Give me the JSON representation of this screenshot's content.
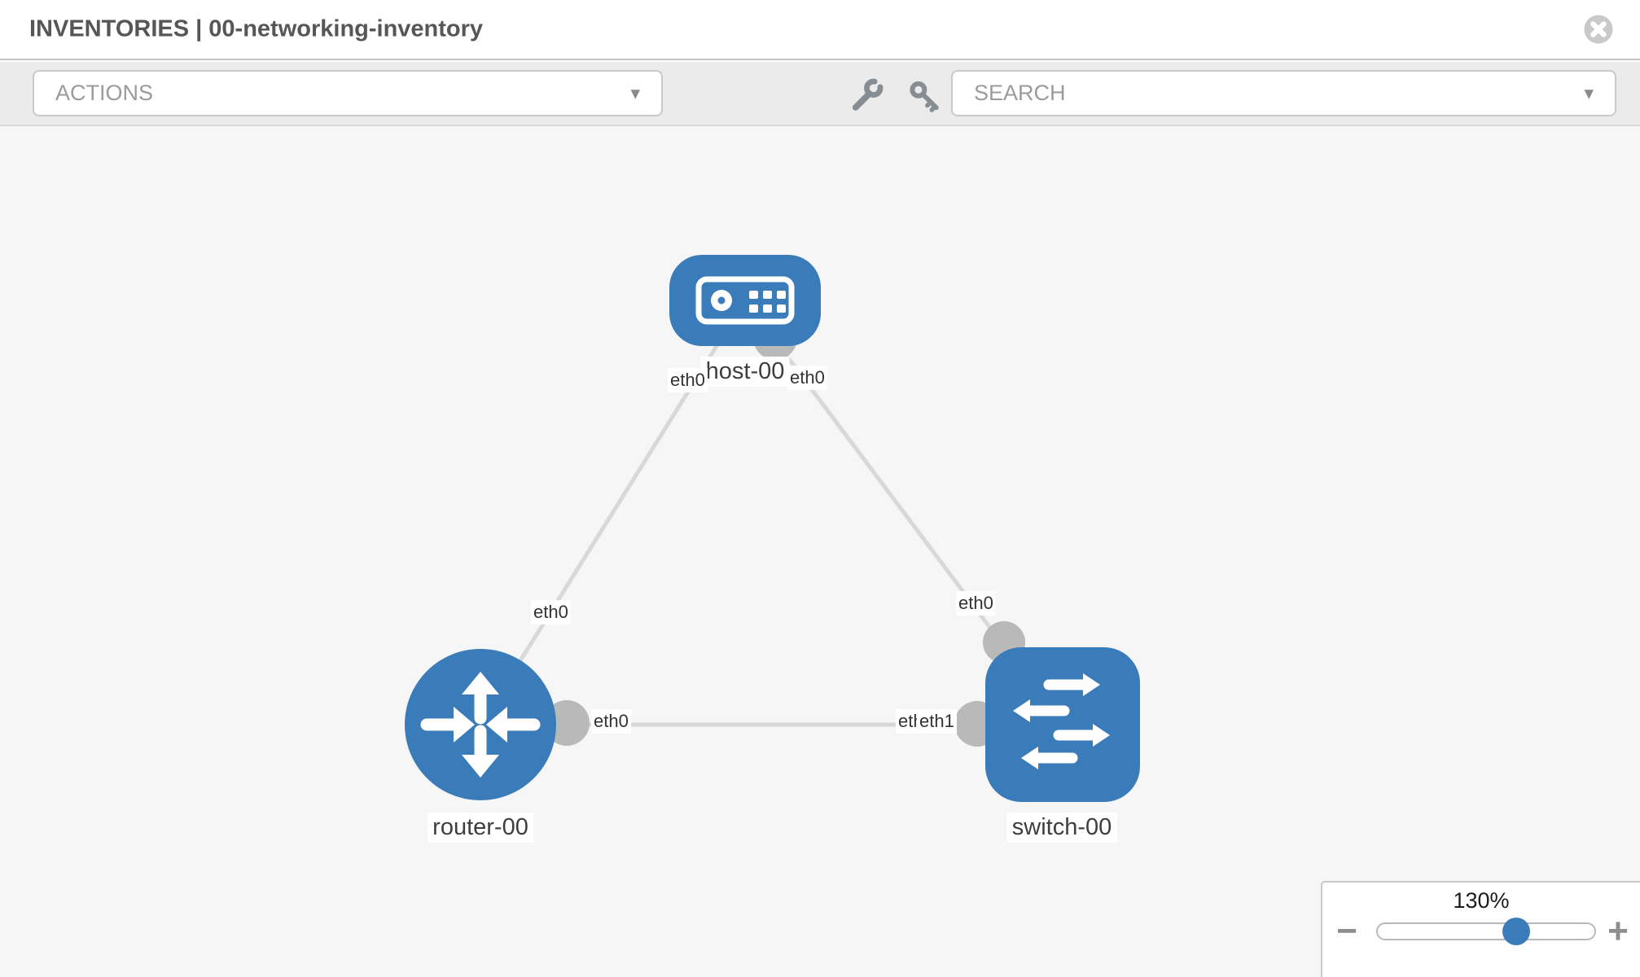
{
  "header": {
    "title": "INVENTORIES | 00-networking-inventory"
  },
  "toolbar": {
    "actions": {
      "label": "ACTIONS"
    },
    "search": {
      "label": "SEARCH"
    },
    "tools": [
      {
        "name": "wrench-icon"
      },
      {
        "name": "key-icon"
      }
    ]
  },
  "topology": {
    "nodes": [
      {
        "label": "host-00",
        "type": "host"
      },
      {
        "label": "router-00",
        "type": "router"
      },
      {
        "label": "switch-00",
        "type": "switch"
      }
    ],
    "links": [
      {
        "from": "host-00",
        "to": "router-00",
        "from_interface": "eth0",
        "to_interface": "eth0"
      },
      {
        "from": "host-00",
        "to": "switch-00",
        "from_interface": "eth0",
        "to_interface": "eth0"
      },
      {
        "from": "router-00",
        "to": "switch-00",
        "from_interface": "eth0",
        "to_interface": "eth1",
        "to_interface_underlay": "eth0"
      }
    ]
  },
  "zoom": {
    "level": "130%"
  },
  "icons": {
    "chevron_down": "▾",
    "minus": "−",
    "plus": "+"
  },
  "colors": {
    "node_blue": "#3a7cb9",
    "link_gray": "#d8d8d8",
    "port_gray": "#b9b9b9"
  }
}
